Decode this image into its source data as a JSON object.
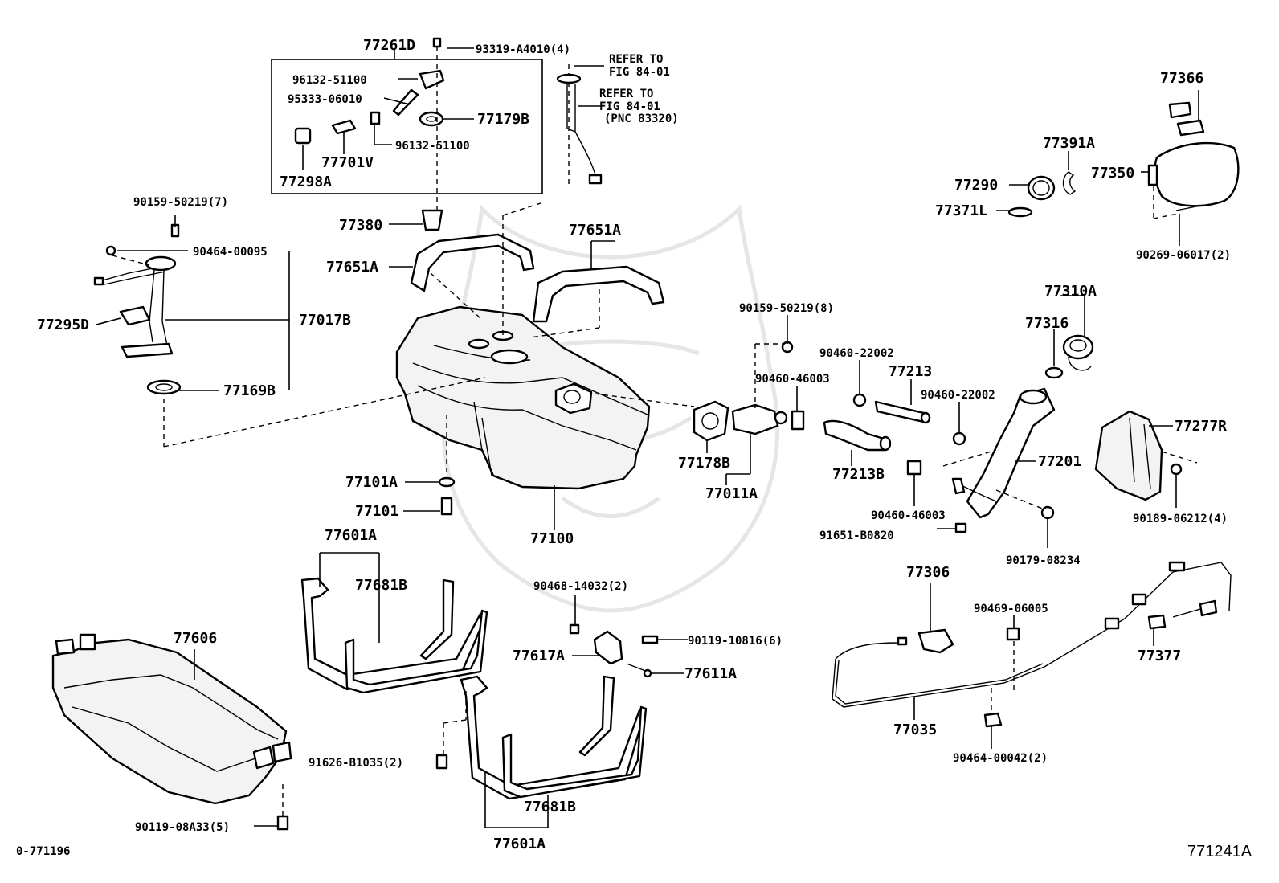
{
  "labels": [
    {
      "id": "l1",
      "text": "77261D"
    },
    {
      "id": "l2",
      "text": "93319-A4010(4)"
    },
    {
      "id": "l3",
      "text": "REFER TO"
    },
    {
      "id": "l4",
      "text": "FIG 84-01"
    },
    {
      "id": "l5",
      "text": "REFER TO"
    },
    {
      "id": "l6",
      "text": "FIG 84-01"
    },
    {
      "id": "l7",
      "text": "(PNC 83320)"
    },
    {
      "id": "l8",
      "text": "96132-51100"
    },
    {
      "id": "l9",
      "text": "95333-06010"
    },
    {
      "id": "l10",
      "text": "77179B"
    },
    {
      "id": "l11",
      "text": "96132-51100"
    },
    {
      "id": "l12",
      "text": "77701V"
    },
    {
      "id": "l13",
      "text": "77298A"
    },
    {
      "id": "l14",
      "text": "90159-50219(7)"
    },
    {
      "id": "l15",
      "text": "77380"
    },
    {
      "id": "l16",
      "text": "77651A"
    },
    {
      "id": "l17",
      "text": "77651A"
    },
    {
      "id": "l18",
      "text": "90464-00095"
    },
    {
      "id": "l19",
      "text": "77017B"
    },
    {
      "id": "l20",
      "text": "77295D"
    },
    {
      "id": "l21",
      "text": "77169B"
    },
    {
      "id": "l22",
      "text": "77366"
    },
    {
      "id": "l23",
      "text": "77391A"
    },
    {
      "id": "l24",
      "text": "77290"
    },
    {
      "id": "l25",
      "text": "77350"
    },
    {
      "id": "l26",
      "text": "77371L"
    },
    {
      "id": "l27",
      "text": "90269-06017(2)"
    },
    {
      "id": "l28",
      "text": "77310A"
    },
    {
      "id": "l29",
      "text": "77316"
    },
    {
      "id": "l30",
      "text": "90159-50219(8)"
    },
    {
      "id": "l31",
      "text": "90460-22002"
    },
    {
      "id": "l32",
      "text": "77213"
    },
    {
      "id": "l33",
      "text": "90460-46003"
    },
    {
      "id": "l34",
      "text": "90460-22002"
    },
    {
      "id": "l35",
      "text": "77277R"
    },
    {
      "id": "l36",
      "text": "77201"
    },
    {
      "id": "l37",
      "text": "77178B"
    },
    {
      "id": "l38",
      "text": "77213B"
    },
    {
      "id": "l39",
      "text": "77011A"
    },
    {
      "id": "l40",
      "text": "90460-46003"
    },
    {
      "id": "l41",
      "text": "90189-06212(4)"
    },
    {
      "id": "l42",
      "text": "91651-B0820"
    },
    {
      "id": "l43",
      "text": "90179-08234"
    },
    {
      "id": "l44",
      "text": "77101A"
    },
    {
      "id": "l45",
      "text": "77101"
    },
    {
      "id": "l46",
      "text": "77100"
    },
    {
      "id": "l47",
      "text": "77601A"
    },
    {
      "id": "l48",
      "text": "77681B"
    },
    {
      "id": "l49",
      "text": "90468-14032(2)"
    },
    {
      "id": "l50",
      "text": "77306"
    },
    {
      "id": "l51",
      "text": "90469-06005"
    },
    {
      "id": "l52",
      "text": "77606"
    },
    {
      "id": "l53",
      "text": "90119-10816(6)"
    },
    {
      "id": "l54",
      "text": "77617A"
    },
    {
      "id": "l55",
      "text": "77611A"
    },
    {
      "id": "l56",
      "text": "77377"
    },
    {
      "id": "l57",
      "text": "77035"
    },
    {
      "id": "l58",
      "text": "91626-B1035(2)"
    },
    {
      "id": "l59",
      "text": "90464-00042(2)"
    },
    {
      "id": "l60",
      "text": "77681B"
    },
    {
      "id": "l61",
      "text": "90119-08A33(5)"
    },
    {
      "id": "l62",
      "text": "77601A"
    },
    {
      "id": "l63",
      "text": "0-771196"
    },
    {
      "id": "l64",
      "text": "771241A"
    }
  ]
}
